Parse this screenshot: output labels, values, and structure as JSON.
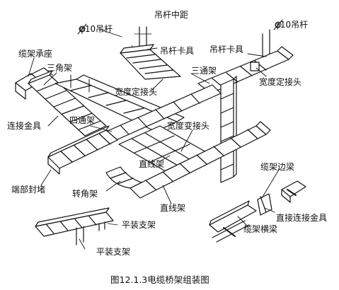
{
  "labels": {
    "rod_spacing": "吊杆中距",
    "rod_left": "φ10吊杆",
    "rod_right": "φ10吊杆",
    "rod_clamp_left": "吊杆卡具",
    "rod_clamp_right": "吊杆卡具",
    "cable_support_base": "缆架承座",
    "triangle_frame": "三角架",
    "tee_frame": "三通架",
    "width_fixed_joint_left": "宽度定接头",
    "width_fixed_joint_right": "宽度定接头",
    "connecting_fittings": "连接金具",
    "cross_frame": "四通架",
    "width_reducer_joint": "宽度变接头",
    "straight_frame_1": "直线架",
    "straight_frame_2": "直线架",
    "end_cap": "端部封堵",
    "corner_frame": "转角架",
    "rack_edge_beam": "缆架边梁",
    "direct_connecting_fittings": "直接连接金具",
    "rack_cross_beam": "缆架横梁",
    "flat_bracket_1": "平装支架",
    "flat_bracket_2": "平装支架"
  },
  "caption": "图12.1.3电缆桥架组装图"
}
